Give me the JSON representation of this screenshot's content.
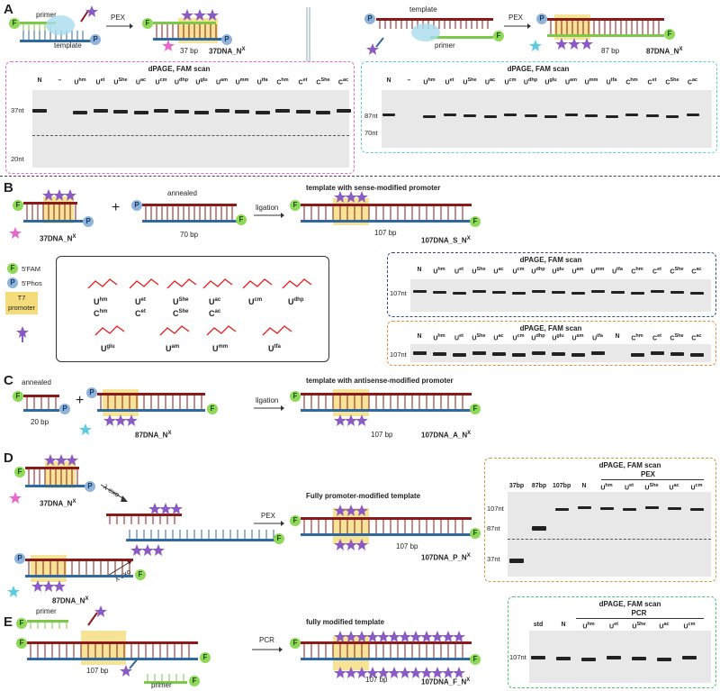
{
  "panels": {
    "A": {
      "letter": "A",
      "primer": "primer",
      "template": "template",
      "pex": "PEX",
      "left_bp": "37 bp",
      "left_product": "37DNA_N",
      "left_product_sup": "X",
      "template_right": "template",
      "primer_right": "primer",
      "right_bp": "87 bp",
      "right_product": "87DNA_N",
      "right_product_sup": "X",
      "gel_left": {
        "title": "dPAGE, FAM scan",
        "lanes": [
          "N",
          "–",
          "Uhm",
          "Uet",
          "UShe",
          "Uac",
          "Ucm",
          "Udhp",
          "Uglu",
          "Uam",
          "Umm",
          "Utfa",
          "Chm",
          "Cet",
          "CShe",
          "Cac"
        ],
        "markers": [
          "37nt",
          "20nt"
        ]
      },
      "gel_right": {
        "title": "dPAGE, FAM scan",
        "lanes": [
          "N",
          "–",
          "Uhm",
          "Uet",
          "UShe",
          "Uac",
          "Ucm",
          "Udhp",
          "Uglu",
          "Uam",
          "Umm",
          "Utfa",
          "Chm",
          "Cet",
          "CShe",
          "Cac"
        ],
        "markers": [
          "87nt",
          "70nt"
        ]
      }
    },
    "B": {
      "letter": "B",
      "product_left": "37DNA_N",
      "product_left_sup": "X",
      "plus": "+",
      "annealed": "annealed",
      "bp70": "70 bp",
      "ligation": "ligation",
      "title": "template with sense-modified promoter",
      "bp107": "107 bp",
      "product": "107DNA_S_N",
      "product_sup": "X",
      "legend": {
        "fam": "5'FAM",
        "phos": "5'Phos",
        "t7": "T7 promoter"
      },
      "structures": [
        {
          "name": "U",
          "sup": "hm",
          "name2": "C",
          "sup2": "hm"
        },
        {
          "name": "U",
          "sup": "et",
          "name2": "C",
          "sup2": "et"
        },
        {
          "name": "U",
          "sup": "She",
          "name2": "C",
          "sup2": "She"
        },
        {
          "name": "U",
          "sup": "ac",
          "name2": "C",
          "sup2": "ac"
        },
        {
          "name": "U",
          "sup": "cm"
        },
        {
          "name": "U",
          "sup": "dhp"
        },
        {
          "name": "U",
          "sup": "glu"
        },
        {
          "name": "U",
          "sup": "am"
        },
        {
          "name": "U",
          "sup": "mm"
        },
        {
          "name": "U",
          "sup": "tfa"
        }
      ],
      "gel": {
        "title": "dPAGE, FAM scan",
        "lanes": [
          "N",
          "Uhm",
          "Uet",
          "UShe",
          "Uac",
          "Ucm",
          "Udhp",
          "Uglu",
          "Uam",
          "Umm",
          "Utfa",
          "Chm",
          "Cet",
          "CShe",
          "Cac"
        ],
        "markers": [
          "107nt"
        ]
      }
    },
    "C": {
      "letter": "C",
      "annealed": "annealed",
      "bp20": "20 bp",
      "plus": "+",
      "ligation": "ligation",
      "title": "template with antisense-modified promoter",
      "bp107": "107 bp",
      "product_mid": "87DNA_N",
      "product_mid_sup": "X",
      "product": "107DNA_A_N",
      "product_sup": "X",
      "gel": {
        "title": "dPAGE, FAM scan",
        "lanes": [
          "N",
          "Uhm",
          "Uet",
          "UShe",
          "Uac",
          "Ucm",
          "Udhp",
          "Uglu",
          "Uam",
          "Utfa",
          "N",
          "Chm",
          "Cet",
          "CShe",
          "Cac"
        ],
        "markers": [
          "107nt"
        ]
      }
    },
    "D": {
      "letter": "D",
      "product_top": "37DNA_N",
      "product_top_sup": "X",
      "exo1": "λ exo",
      "exo2": "λ exo",
      "pex": "PEX",
      "title": "Fully promoter-modified template",
      "bp107": "107 bp",
      "product_bot": "87DNA_N",
      "product_bot_sup": "X",
      "product": "107DNA_P_N",
      "product_sup": "X",
      "gel": {
        "title": "dPAGE, FAM scan",
        "subtitle": "PEX",
        "lanes": [
          "37bp",
          "87bp",
          "107bp",
          "N",
          "Uhm",
          "Uet",
          "UShe",
          "Uac",
          "Ucm"
        ],
        "markers": [
          "107nt",
          "87nt",
          "37nt"
        ]
      }
    },
    "E": {
      "letter": "E",
      "primer_top": "primer",
      "primer_bot": "primer",
      "bp107": "107 bp",
      "pcr": "PCR",
      "title": "fully modified template",
      "bp107b": "107 bp",
      "product": "107DNA_F_N",
      "product_sup": "X",
      "gel": {
        "title": "dPAGE, FAM scan",
        "subtitle": "PCR",
        "lanes": [
          "std",
          "N",
          "Uhm",
          "Uet",
          "UShe",
          "Uac",
          "Ucm"
        ],
        "markers": [
          "107nt"
        ]
      }
    }
  },
  "colors": {
    "red": "#8b1a1a",
    "blue": "#2e6aa0",
    "green": "#7cc94a",
    "yellow": "#f5dc7a",
    "purple": "#8a5bc4",
    "pink": "#e867c8",
    "cyan": "#5ccbe0",
    "orange": "#e98a3d",
    "darkblue": "#2b4b8c",
    "goldbox": "#c89b3c",
    "structure": "#e02020"
  }
}
